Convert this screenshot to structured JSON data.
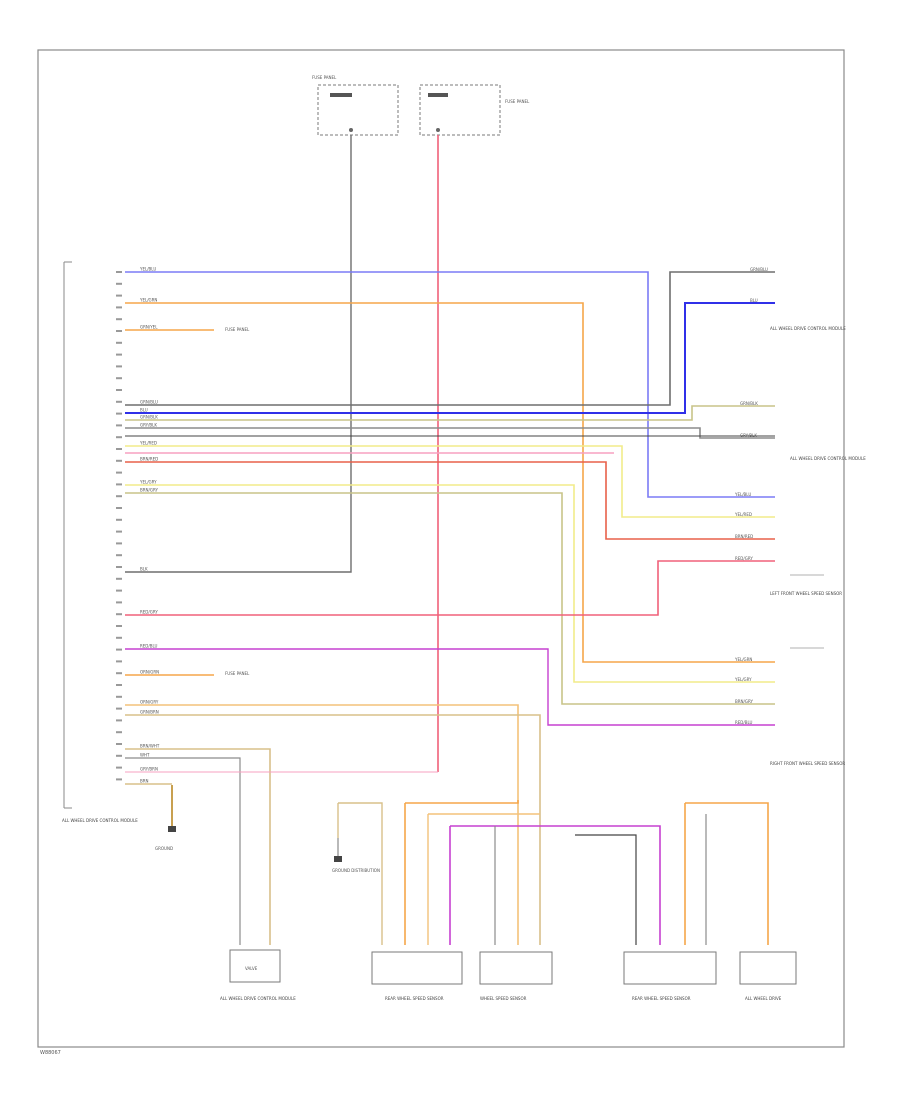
{
  "footer": {
    "code": "W88067"
  },
  "wire_labels": [
    "YEL/BLU",
    "YEL/GRN",
    "GRN/YEL",
    "GRN/BLU",
    "BLU",
    "GRN/BLK",
    "GRY/BLK",
    "YEL/RED",
    "BRN/RED",
    "YEL/GRY",
    "BRN/GRY",
    "BLK",
    "RED/GRY",
    "RED/BLU",
    "ORN/GRN",
    "ORN/GRY",
    "GRN/BRN",
    "BRN/WHT",
    "WHT",
    "GRY/BRN",
    "BRN"
  ],
  "components": {
    "fuse_box_1": "FUSE PANEL",
    "fuse_box_2": "FUSE PANEL",
    "control_module": "ALL WHEEL DRIVE CONTROL MODULE",
    "right_connector": "ALL WHEEL DRIVE CONTROL MODULE",
    "right_connector_2": "ALL WHEEL DRIVE CONTROL MODULE",
    "speed_sensor_right": "LEFT FRONT WHEEL SPEED SENSOR",
    "speed_sensor_right_2": "RIGHT FRONT WHEEL SPEED SENSOR",
    "fuse_ref": "FUSE PANEL",
    "ground_ref": "GROUND DISTRIBUTION",
    "ground": "GROUND",
    "actuator": "VALVE",
    "motor_label": "ALL WHEEL DRIVE CONTROL MODULE",
    "bottom_1": "REAR WHEEL SPEED SENSOR",
    "bottom_2": "WHEEL SPEED SENSOR",
    "bottom_3": "REAR WHEEL SPEED SENSOR",
    "bottom_4": "ALL WHEEL DRIVE"
  },
  "colors": {
    "gray": "#8c8c8c",
    "dark_gray": "#6e6e6e",
    "orange": "#f5a64a",
    "light_orange": "#f3c27a",
    "blue": "#3030e8",
    "light_blue": "#7b7bf5",
    "red": "#f0607a",
    "pink": "#f7a0c0",
    "yellow": "#f2ec8a",
    "olive": "#c8c488",
    "dark_red": "#e8604a",
    "magenta": "#c640d0",
    "tan": "#d8c08a",
    "black": "#444444"
  }
}
